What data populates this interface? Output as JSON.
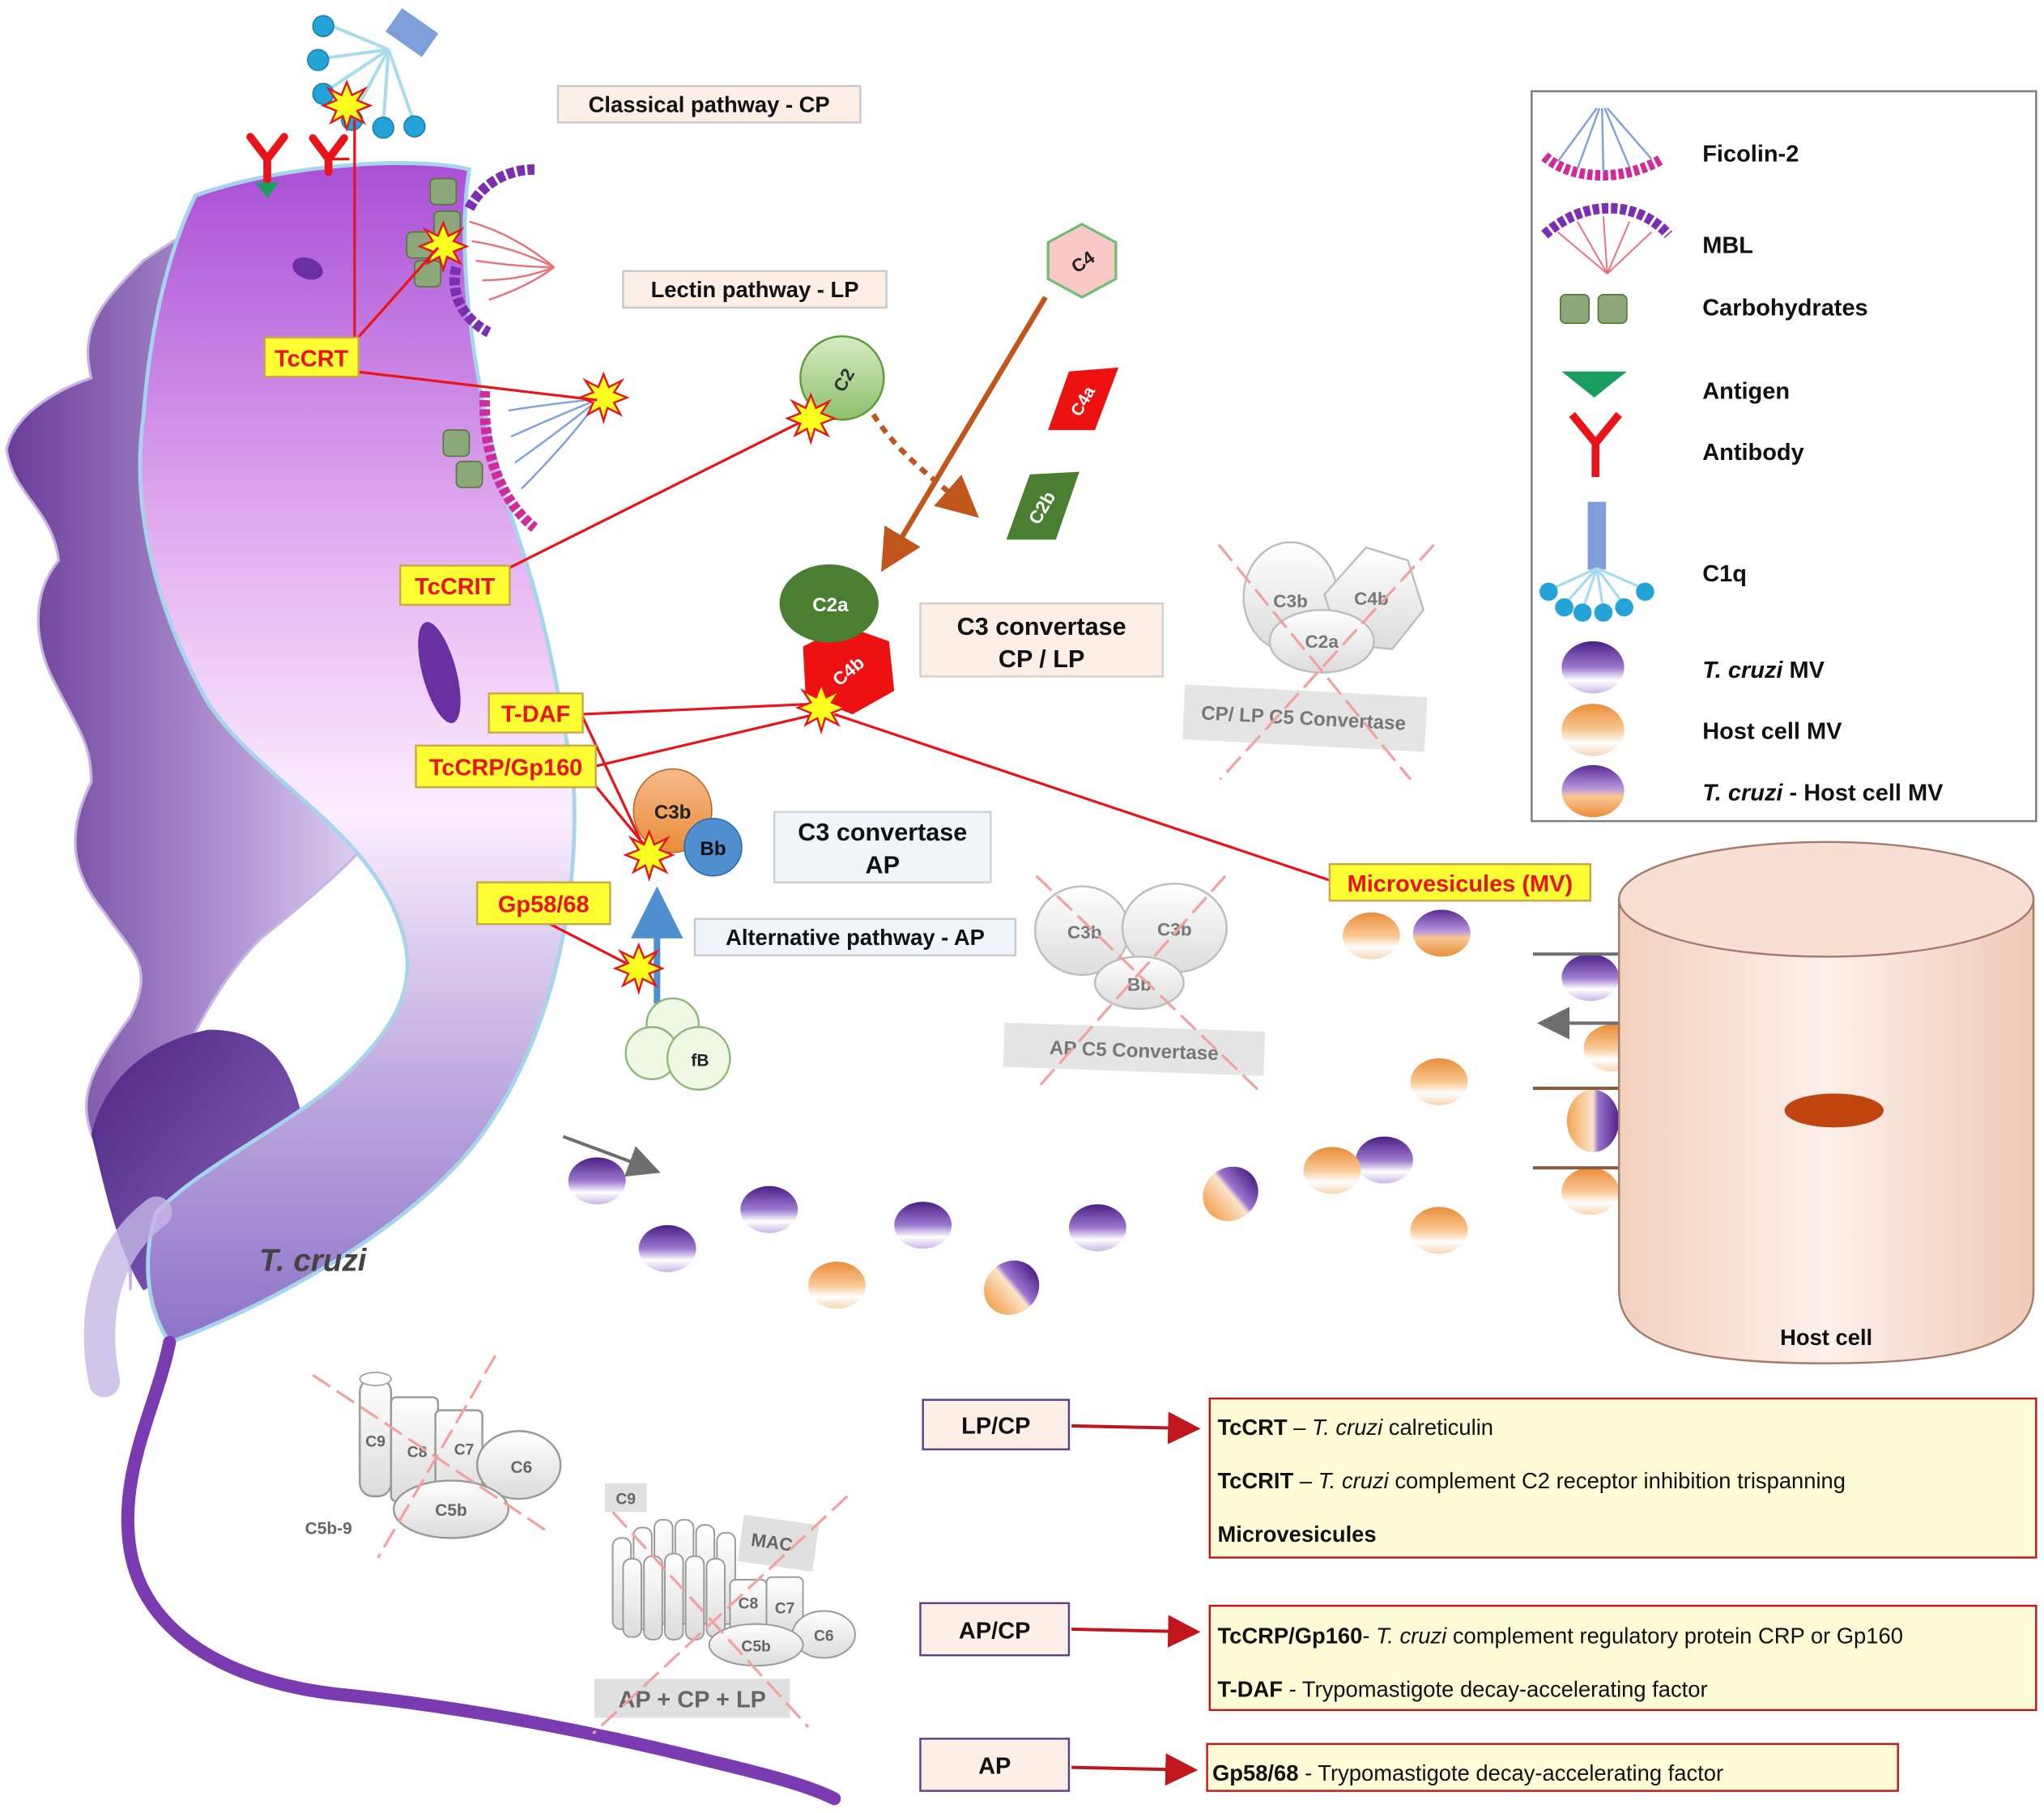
{
  "pathways": {
    "classical": "Classical pathway - CP",
    "lectin": "Lectin pathway - LP",
    "alternative": "Alternative pathway - AP"
  },
  "molecules": {
    "tccrt": "TcCRT",
    "tccrit": "TcCRIT",
    "tdaf": "T-DAF",
    "tccrp": "TcCRP/Gp160",
    "gp58": "Gp58/68",
    "mv": "Microvesicules (MV)"
  },
  "components": {
    "c4": "C4",
    "c4a": "C4a",
    "c2": "C2",
    "c2b": "C2b",
    "c2a": "C2a",
    "c4b": "C4b",
    "c3b": "C3b",
    "bb": "Bb",
    "fb": "fB",
    "c5_c3b": "C3b",
    "c5_c4b": "C4b",
    "c5_c2a": "C2a",
    "ap_c3b_1": "C3b",
    "ap_c3b_2": "C3b",
    "ap_bb": "Bb",
    "mac_c9": "C9",
    "mac_c8": "C8",
    "mac_c7": "C7",
    "mac_c6": "C6",
    "mac_c5b": "C5b",
    "mac_label": "C5b-9",
    "mac2_c9": "C9",
    "mac2_c8": "C8",
    "mac2_c7": "C7",
    "mac2_c6": "C6",
    "mac2_c5b": "C5b",
    "mac2_label": "MAC"
  },
  "convertases": {
    "cp_lp": [
      "C3 convertase",
      "CP / LP"
    ],
    "ap": [
      "C3 convertase",
      "AP"
    ],
    "cp_lp_c5": "CP/ LP  C5 Convertase",
    "ap_c5": "AP C5 Convertase",
    "all": "AP + CP + LP"
  },
  "labels": {
    "parasite": "T. cruzi",
    "host": "Host cell"
  },
  "legend": [
    {
      "icon": "ficolin-icon",
      "text": "Ficolin-2"
    },
    {
      "icon": "mbl-icon",
      "text": "MBL"
    },
    {
      "icon": "carbohydrates-icon",
      "text": "Carbohydrates"
    },
    {
      "icon": "antigen-icon",
      "text": "Antigen"
    },
    {
      "icon": "antibody-icon",
      "text": "Antibody"
    },
    {
      "icon": "c1q-icon",
      "text": "C1q"
    },
    {
      "icon": "tcruzi-mv-icon",
      "text_italic": "T. cruzi",
      "text": " MV"
    },
    {
      "icon": "host-mv-icon",
      "text": "Host cell MV"
    },
    {
      "icon": "mixed-mv-icon",
      "text_italic": "T. cruzi",
      "text": " - Host cell MV"
    }
  ],
  "key": [
    {
      "tag": "LP/CP",
      "lines": [
        {
          "b": "TcCRT",
          "t": " – ",
          "i": "T. cruzi",
          "r": " calreticulin"
        },
        {
          "b": "TcCRIT",
          "t": " – ",
          "i": "T. cruzi",
          "r": " complement C2 receptor inhibition trispanning"
        },
        {
          "b": "Microvesicules",
          "t": "",
          "i": "",
          "r": ""
        }
      ]
    },
    {
      "tag": "AP/CP",
      "lines": [
        {
          "b": "TcCRP/Gp160",
          "t": "- ",
          "i": "T. cruzi",
          "r": " complement regulatory protein CRP or Gp160"
        },
        {
          "b": "T-DAF",
          "t": " - Trypomastigote decay-accelerating factor",
          "i": "",
          "r": ""
        }
      ]
    },
    {
      "tag": "AP",
      "lines": [
        {
          "b": "Gp58/68",
          "t": "  - Trypomastigote decay-accelerating factor",
          "i": "",
          "r": ""
        }
      ]
    }
  ],
  "colors": {
    "parasite": "#9b5fd0",
    "red_line": "#e8141a",
    "label_fill": "#ffff33",
    "label_text": "#e8141a",
    "c2_green": "#4a7f32",
    "c4_red": "#ee1111",
    "host_cell": "#f6dccf",
    "nucleus": "#c0440e"
  }
}
